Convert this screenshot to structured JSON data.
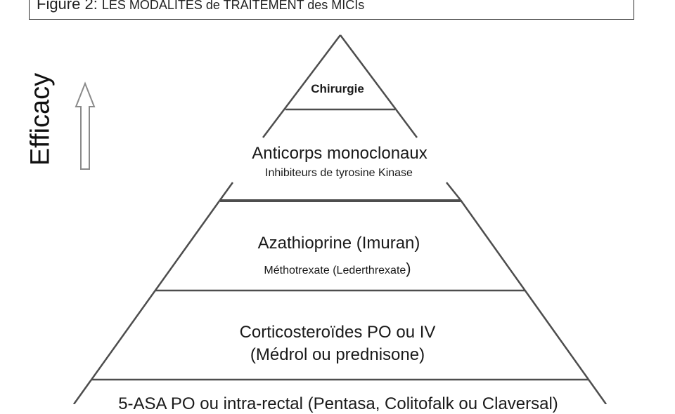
{
  "caption": {
    "figure_label": "Figure 2:",
    "title": "LES MODALITES de TRAITEMENT des MICIs"
  },
  "axis": {
    "label": "Efficacy",
    "arrow_icon": "up-arrow-icon"
  },
  "pyramid": {
    "tiers": [
      {
        "main": "Chirurgie"
      },
      {
        "main": "Anticorps monoclonaux",
        "sub": "Inhibiteurs de tyrosine Kinase"
      },
      {
        "main": "Azathioprine (Imuran)",
        "sub": "Méthotrexate (Lederthrexate",
        "sub_paren": ")"
      },
      {
        "main": "Corticosteroïdes PO ou IV",
        "main_line2": "(Médrol ou prednisone)"
      },
      {
        "main": "5-ASA PO ou intra-rectal (Pentasa, Colitofalk ou Claversal)"
      }
    ]
  },
  "colors": {
    "line": "#4d4d4d",
    "arrow": "#8a8a8a",
    "text": "#1a1a1a"
  }
}
